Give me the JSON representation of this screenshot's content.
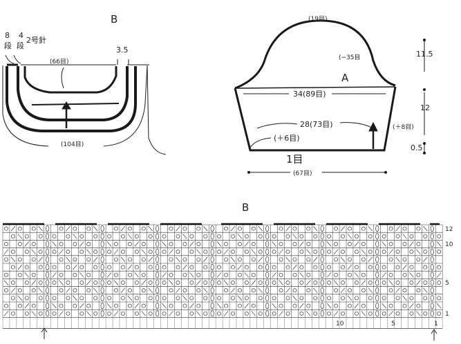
{
  "diagram_b_top": {
    "title": "B",
    "rows_8": "8",
    "rows_8_unit": "段",
    "rows_4": "4",
    "rows_4_unit": "段",
    "needle": "2号針",
    "inner_stitches": "(66目)",
    "side_measure": "3.5",
    "outer_stitches": "(104目)"
  },
  "diagram_a": {
    "label": "A",
    "top_stitches": "(19目)",
    "decrease": "(−35目",
    "width_upper": "34(89目)",
    "width_lower": "28(73目)",
    "increase_left": "(＋6目)",
    "increase_right": "(＋8目)",
    "start_label": "1目",
    "bottom_stitches": "(67目)",
    "height_top": "11.5",
    "height_mid": "12",
    "height_bottom": "0.5"
  },
  "chart_b": {
    "title": "B",
    "row_numbers": [
      "12",
      "10",
      "5",
      "1"
    ],
    "column_numbers": [
      "10",
      "5",
      "1"
    ]
  }
}
